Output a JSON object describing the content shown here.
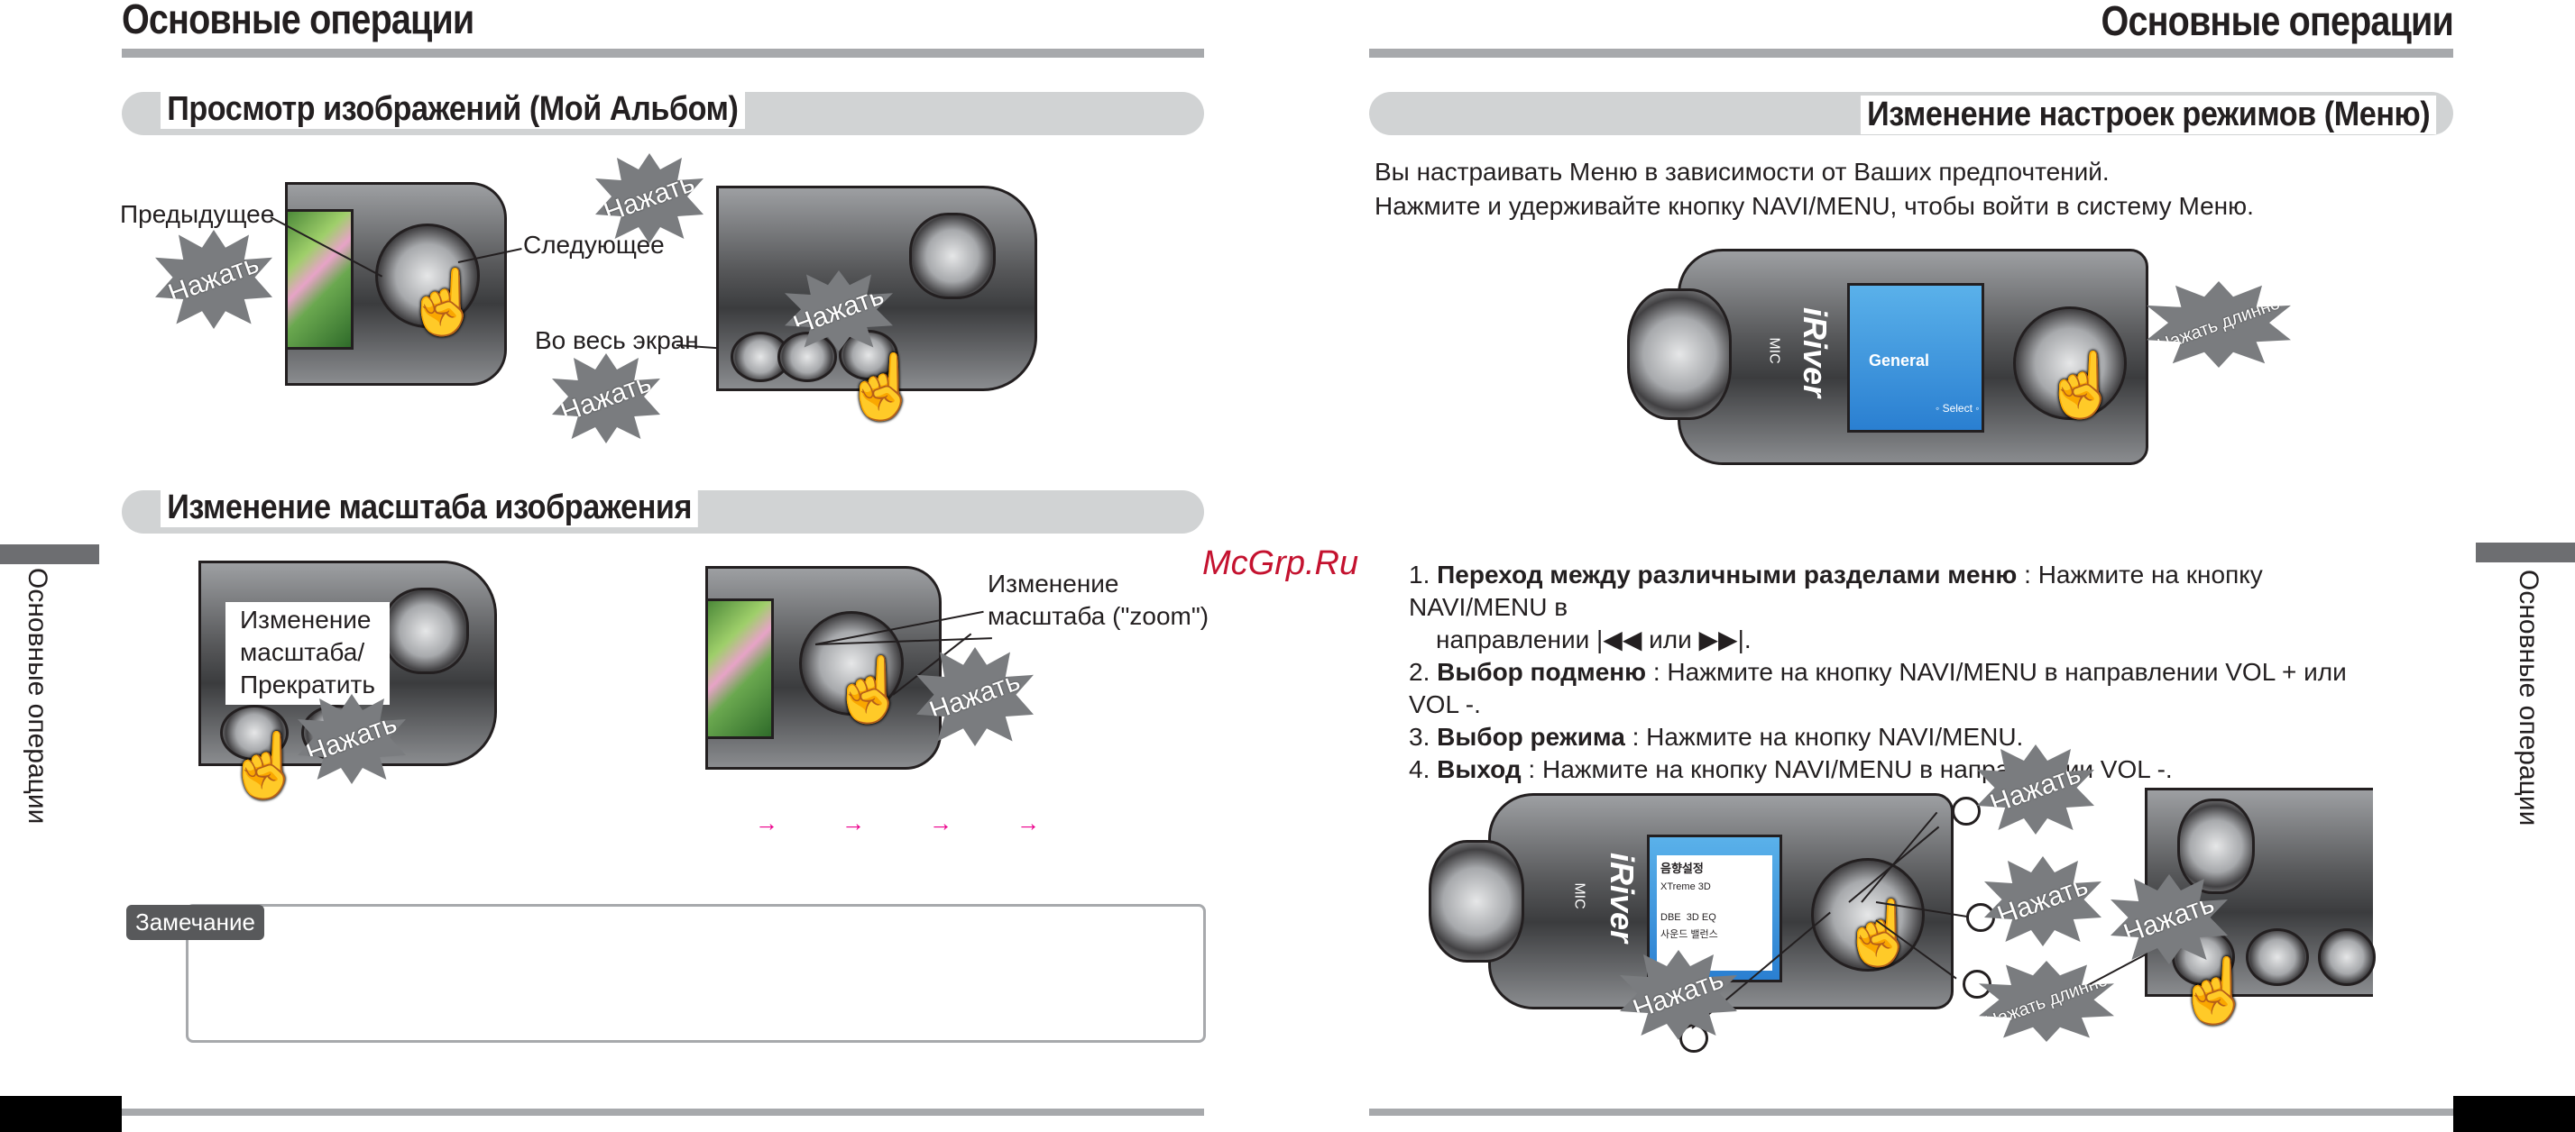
{
  "left_page": {
    "title": "Основные операции",
    "side_tab": "Основные операции",
    "section1": {
      "title": "Просмотр изображений (Мой Альбом)",
      "labels": {
        "prev": "Предыдущее",
        "next": "Следующее",
        "fullscreen": "Во весь экран"
      },
      "press": "Нажать"
    },
    "section2": {
      "title": "Изменение масштаба изображения",
      "labels": {
        "zoom_stop": [
          "Изменение",
          "масштаба/",
          "Прекратить"
        ],
        "zoom": [
          "Изменение",
          "масштаба (\"zoom\")"
        ]
      },
      "press": "Нажать",
      "arrows": [
        "→",
        "→",
        "→",
        "→"
      ]
    },
    "note": {
      "tag": "Замечание"
    }
  },
  "right_page": {
    "title": "Основные операции",
    "side_tab": "Основные операции",
    "section": {
      "title": "Изменение настроек режимов (Меню)",
      "intro": [
        "Вы настраивать Меню в зависимости от Ваших предпочтений.",
        "Нажмите и удерживайте кнопку NAVI/MENU, чтобы войти в систему Меню."
      ],
      "device_labels": {
        "screen_general": "General",
        "screen_select": "◦ Select ◦",
        "brand": "iRiver",
        "mic": "MIC",
        "long_press": "Нажать длинно"
      },
      "steps": [
        {
          "num": "1.",
          "bold": "Переход между различными разделами меню",
          "text": " : Нажмите на кнопку NAVI/MENU в",
          "text2": "направлении |◀◀  или  ▶▶|."
        },
        {
          "num": "2.",
          "bold": "Выбор подменю",
          "text": " : Нажмите на кнопку NAVI/MENU в направлении VOL + или VOL -."
        },
        {
          "num": "3.",
          "bold": "Выбор режима",
          "text": " : Нажмите на кнопку NAVI/MENU."
        },
        {
          "num": "4.",
          "bold": "Выход",
          "text": " : Нажмите на кнопку NAVI/MENU в направлении VOL -."
        }
      ],
      "bottom_labels": {
        "press": "Нажать",
        "long_press": "Нажать длинно",
        "lcd_title": "음향설정",
        "lcd_item1": "XTreme 3D",
        "lcd_item2": "DBE",
        "lcd_item3": "3D EQ",
        "lcd_item4": "사운드 밸런스"
      }
    }
  },
  "watermark": "McGrp.Ru",
  "colors": {
    "rule": "#a7a9ac",
    "bar": "#d1d3d4",
    "arrow": "#ec008c",
    "watermark": "#c4122f"
  }
}
